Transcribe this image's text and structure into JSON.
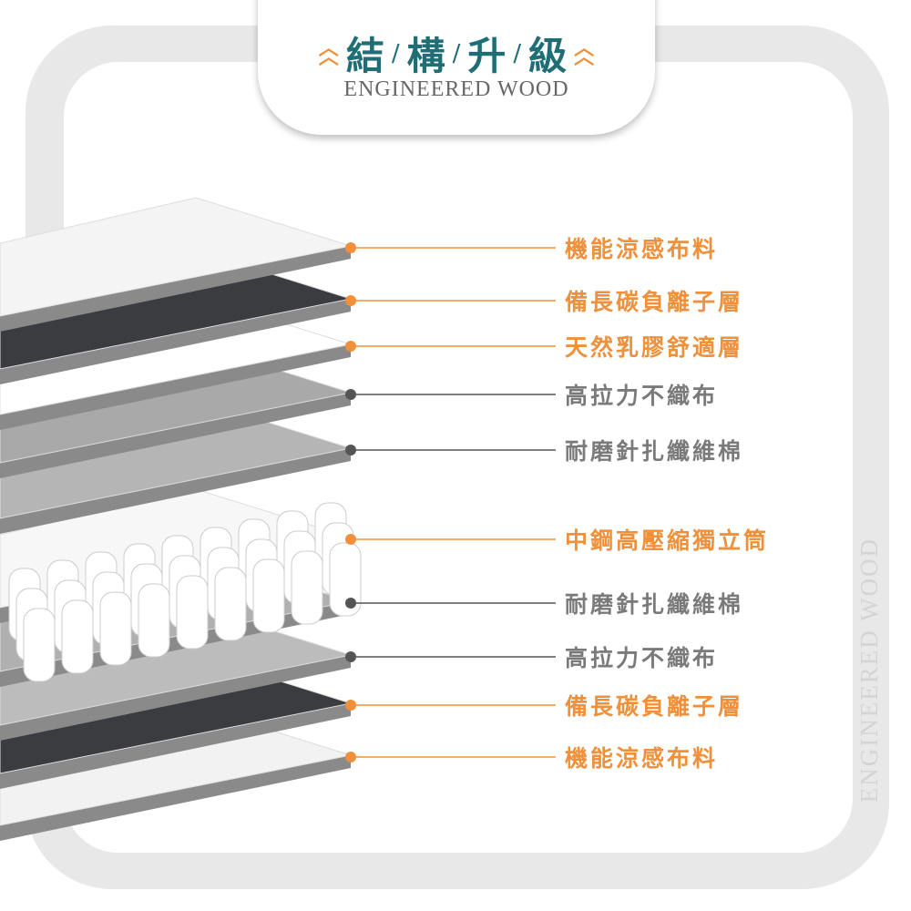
{
  "header": {
    "title_chars": [
      "結",
      "構",
      "升",
      "級"
    ],
    "separator": "/",
    "subtitle": "ENGINEERED WOOD",
    "chevron_icon": "double-chevron-up"
  },
  "side_text": "ENGINEERED WOOD",
  "colors": {
    "accent": "#f0903a",
    "title": "#1f6e75",
    "gray": "#555555"
  },
  "layers": [
    {
      "label": "機能涼感布料",
      "highlight": true
    },
    {
      "label": "備長碳負離子層",
      "highlight": true
    },
    {
      "label": "天然乳膠舒適層",
      "highlight": true
    },
    {
      "label": "高拉力不織布",
      "highlight": false
    },
    {
      "label": "耐磨針扎纖維棉",
      "highlight": false
    },
    {
      "label": "中鋼高壓縮獨立筒",
      "highlight": true
    },
    {
      "label": "耐磨針扎纖維棉",
      "highlight": false
    },
    {
      "label": "高拉力不織布",
      "highlight": false
    },
    {
      "label": "備長碳負離子層",
      "highlight": true
    },
    {
      "label": "機能涼感布料",
      "highlight": true
    }
  ]
}
